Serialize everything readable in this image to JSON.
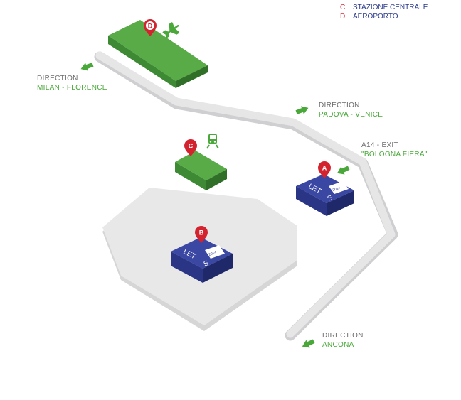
{
  "legend": [
    {
      "key": "C",
      "label": "STAZIONE CENTRALE"
    },
    {
      "key": "D",
      "label": "AEROPORTO"
    }
  ],
  "directions": [
    {
      "line1": "DIRECTION",
      "line2": "MILAN - FLORENCE"
    },
    {
      "line1": "DIRECTION",
      "line2": "PADOVA - VENICE"
    },
    {
      "line1": "A14 - EXIT",
      "line2": "\"BOLOGNA FIERA\""
    },
    {
      "line1": "DIRECTION",
      "line2": "ANCONA"
    }
  ],
  "pins": {
    "airport": "D",
    "station": "C",
    "venue_a": "A",
    "venue_b": "B"
  },
  "venue_label": {
    "top": "LET",
    "side": "S",
    "tag": "2014"
  },
  "icons": {
    "airport": "airplane-icon",
    "station": "train-icon",
    "direction": "arrow-icon"
  },
  "colors": {
    "highway": "#e3e3e4",
    "fair_area": "#e6e6e6",
    "building_green": "#4a9b3c",
    "venue_blue": "#2f3a8f",
    "pin_red": "#d3232f",
    "label_green": "#4aa83a",
    "legend_blue": "#2b3a8c"
  }
}
